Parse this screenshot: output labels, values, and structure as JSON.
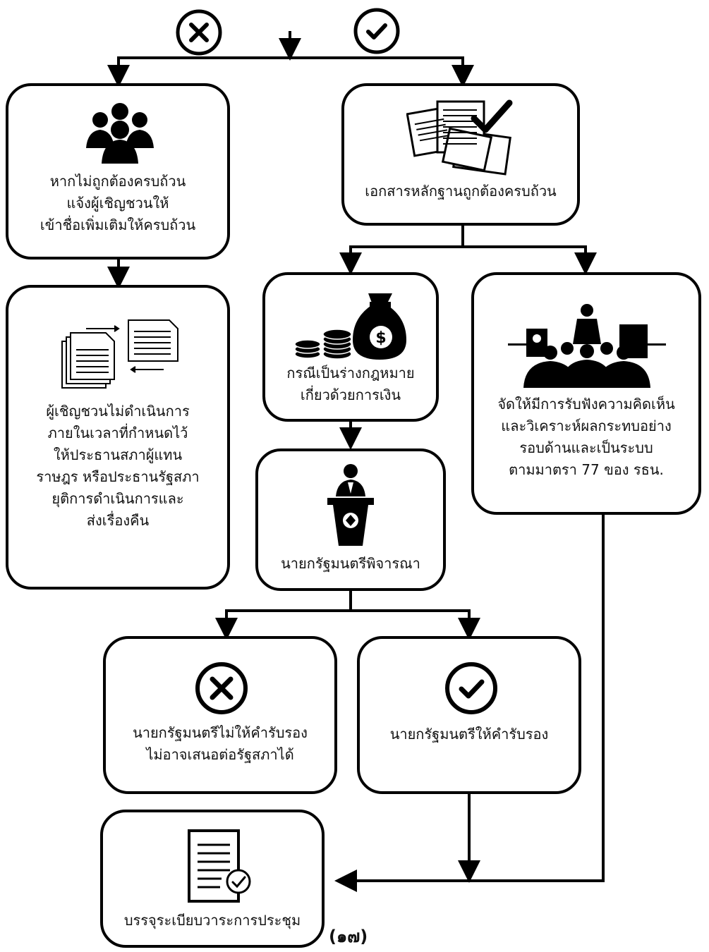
{
  "top": {
    "reject_icon": "x-circle-icon",
    "accept_icon": "check-circle-icon"
  },
  "boxes": {
    "incomplete": {
      "icon": "people-group-icon",
      "lines": [
        "หากไม่ถูกต้องครบถ้วน",
        "แจ้งผู้เชิญชวนให้",
        "เข้าชื่อเพิ่มเติมให้ครบถ้วน"
      ]
    },
    "complete": {
      "icon": "documents-check-icon",
      "lines": [
        "เอกสารหลักฐานถูกต้องครบถ้วน"
      ]
    },
    "no_action": {
      "icon": "document-exchange-icon",
      "lines": [
        "ผู้เชิญชวนไม่ดำเนินการ",
        "ภายในเวลาที่กำหนดไว้",
        "ให้ประธานสภาผู้แทน",
        "ราษฎร หรือประธานรัฐสภา",
        "ยุติการดำเนินการและ",
        "ส่งเรื่องคืน"
      ]
    },
    "finance_bill": {
      "icon": "money-bag-icon",
      "lines": [
        "กรณีเป็นร่างกฎหมาย",
        "เกี่ยวด้วยการเงิน"
      ]
    },
    "hearing": {
      "icon": "public-hearing-icon",
      "lines": [
        "จัดให้มีการรับฟังความคิดเห็น",
        "และวิเคราะห์ผลกระทบอย่าง",
        "รอบด้านและเป็นระบบ",
        "ตามมาตรา 77 ของ รธน."
      ]
    },
    "pm_consider": {
      "icon": "podium-speaker-icon",
      "lines": [
        "นายกรัฐมนตรีพิจารณา"
      ]
    },
    "pm_reject": {
      "icon": "x-circle-icon",
      "lines": [
        "นายกรัฐมนตรีไม่ให้คำรับรอง",
        "ไม่อาจเสนอต่อรัฐสภาได้"
      ]
    },
    "pm_approve": {
      "icon": "check-circle-icon",
      "lines": [
        "นายกรัฐมนตรีให้คำรับรอง"
      ]
    },
    "agenda": {
      "icon": "checklist-document-icon",
      "lines": [
        "บรรจุระเบียบวาระการประชุม"
      ]
    }
  },
  "page_number": "(๑๗)"
}
